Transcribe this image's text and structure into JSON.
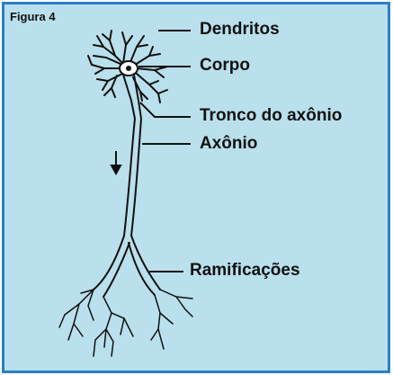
{
  "figure_label": "Figura 4",
  "labels": {
    "dendritos": "Dendritos",
    "corpo": "Corpo",
    "tronco": "Tronco do axônio",
    "axonio": "Axônio",
    "ramificacoes": "Ramificações"
  },
  "colors": {
    "panel_background": "#b9e0ec",
    "panel_border": "#2a7fc7",
    "ink": "#111111"
  },
  "icons": {
    "direction": "down-arrow-icon"
  }
}
